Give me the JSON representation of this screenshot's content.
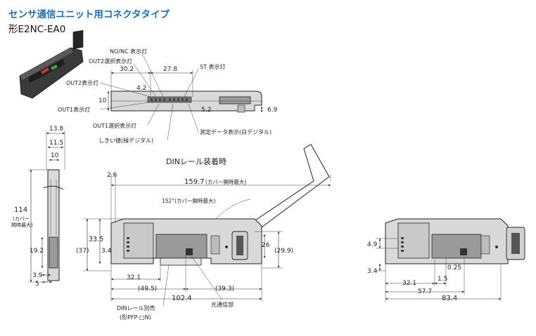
{
  "header": {
    "title": "センサ通信ユニット用コネクタタイプ",
    "model": "形E2NC-EA0"
  },
  "top_view": {
    "callouts": {
      "nonc": "NO/NC 表示灯",
      "out2_sel": "OUT2選択表示灯",
      "out2": "OUT2表示灯",
      "out1": "OUT1表示灯",
      "st": "ST 表示灯",
      "out1_sel": "OUT1選択表示灯",
      "threshold": "しきい値(緑デジタル)",
      "measured": "測定データ表示(白デジタル)"
    },
    "dims": {
      "d30_2": "30.2",
      "d27_8": "27.8",
      "d4_2": "4.2",
      "d10": "10",
      "d5_2": "5.2",
      "d6_9": "6.9"
    }
  },
  "side_view": {
    "dims": {
      "d13_8": "13.8",
      "d11_5": "11.5",
      "d10": "10",
      "d114": "114",
      "note1": "(カバー",
      "note2": "開時最大)",
      "d19_2": "19.2",
      "d3_9": "3.9",
      "d5": "5"
    }
  },
  "front_view": {
    "din_title": "DINレール装着時",
    "dims": {
      "d2_6": "2.6",
      "d159_7": "159.7",
      "note159": "(カバー開時最大)",
      "angle": "152°(カバー開時最大)",
      "d33_5": "33.5",
      "d37": "(37)",
      "d3_4": "3.4",
      "d26": "26",
      "d29_9": "(29.9)",
      "d32_1": "32.1",
      "d49_5": "(49.5)",
      "d39_3": "(39.3)",
      "d102_4": "102.4"
    },
    "callouts": {
      "din_rail": "DINレール別売",
      "din_model": "(形PFP-□N)",
      "optical": "光通信部"
    }
  },
  "right_view": {
    "dims": {
      "d4_9": "4.9",
      "d3_4": "3.4",
      "d0_25": "0.25",
      "d32_1": "32.1",
      "d1_5": "1.5",
      "d57_7": "57.7",
      "d83_4": "83.4"
    }
  }
}
